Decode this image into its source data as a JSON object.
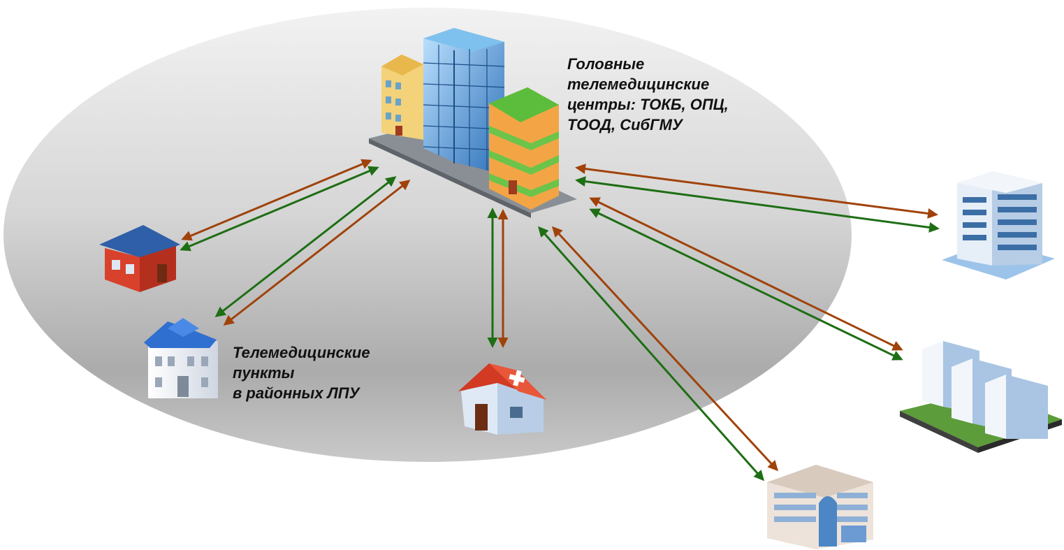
{
  "labels": {
    "center_lines": [
      "Головные",
      "телемедицинские",
      "центры: ТОКБ, ОПЦ,",
      "ТООД, СибГМУ"
    ],
    "points_lines": [
      "Телемедицинские",
      "пункты",
      "в районных ЛПУ"
    ]
  },
  "nodes": [
    {
      "id": "hub",
      "icon": "city-block-buildings-icon",
      "role": "head-telemedicine-centers"
    },
    {
      "id": "red-house",
      "icon": "house-icon",
      "role": "district-point"
    },
    {
      "id": "white-villa",
      "icon": "villa-building-icon",
      "role": "district-point"
    },
    {
      "id": "clinic-house",
      "icon": "clinic-house-red-cross-icon",
      "role": "district-point"
    },
    {
      "id": "office-tower",
      "icon": "office-tower-icon",
      "role": "external"
    },
    {
      "id": "triple-towers",
      "icon": "triple-towers-icon",
      "role": "external"
    },
    {
      "id": "hospital",
      "icon": "hospital-building-icon",
      "role": "external"
    }
  ],
  "links": [
    {
      "to": "red-house"
    },
    {
      "to": "white-villa"
    },
    {
      "to": "clinic-house"
    },
    {
      "to": "office-tower"
    },
    {
      "to": "triple-towers"
    },
    {
      "to": "hospital"
    }
  ],
  "colors": {
    "arrow_green": "#1e6e14",
    "arrow_brown": "#a0420a",
    "ellipse_light": "#f1f1f1",
    "ellipse_dark": "#9a9a9a"
  }
}
